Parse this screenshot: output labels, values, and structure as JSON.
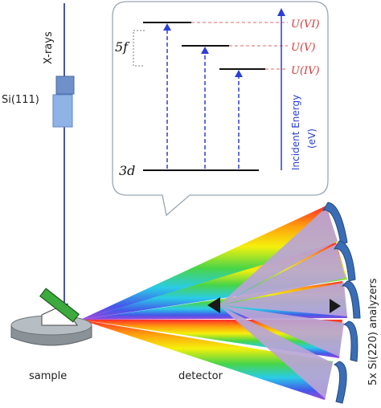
{
  "labels": {
    "xrays": "X-rays",
    "si111": "Si(111)",
    "sample": "sample",
    "detector": "detector",
    "analyzers": "5x Si(220) analyzers",
    "level_5f": "5f",
    "level_3d": "3d",
    "u_vi": "U(VI)",
    "u_v": "U(V)",
    "u_iv": "U(IV)",
    "energy_axis": "Incident Energy",
    "energy_unit": "(eV)"
  },
  "colors": {
    "beam": "#1f2a8c",
    "crystal": "#7fa6d9",
    "oxidation_text": "#d43a3a",
    "dashed_red": "#e06a6a",
    "axis_blue": "#2b3fd6",
    "analyzer_fill": "#3a6db6",
    "fan_overlay": "#b9a5d6",
    "sample_green": "#3caa3c"
  },
  "icons": {
    "energy_arrow": "arrow-up-icon",
    "detector_marker": "triangle-icon"
  }
}
